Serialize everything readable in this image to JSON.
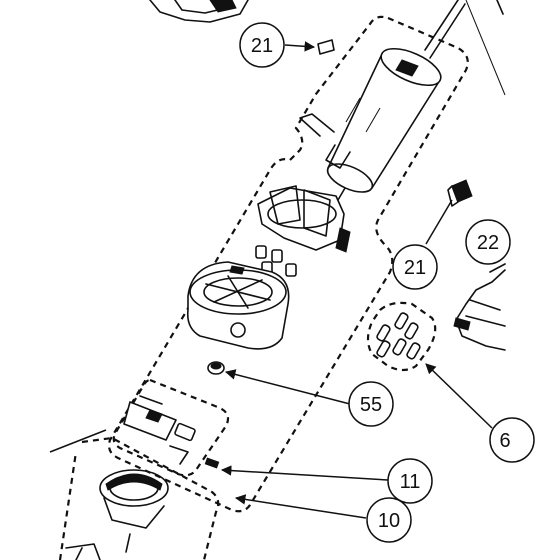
{
  "diagram": {
    "callouts": {
      "c21_top": "21",
      "c21_mid": "21",
      "c22": "22",
      "c55": "55",
      "c6": "6",
      "c11": "11",
      "c10": "10"
    }
  }
}
